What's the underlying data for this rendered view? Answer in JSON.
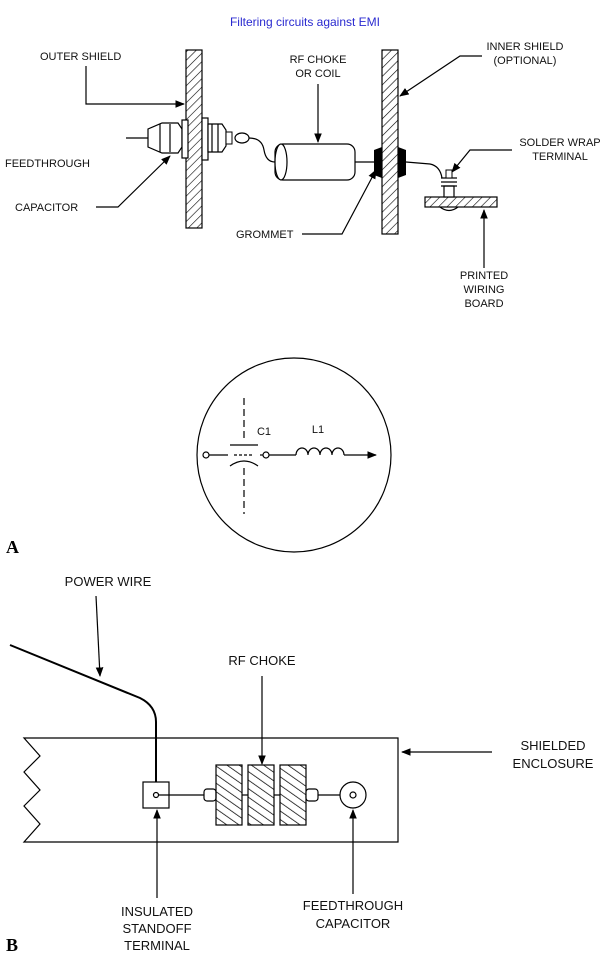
{
  "title": "Filtering circuits against EMI",
  "panel_a": {
    "letter": "A",
    "labels": {
      "outer_shield": "OUTER SHIELD",
      "rf_choke_1": "RF CHOKE",
      "rf_choke_2": "OR COIL",
      "inner_shield_1": "INNER SHIELD",
      "inner_shield_2": "(OPTIONAL)",
      "solder_wrap_1": "SOLDER WRAP",
      "solder_wrap_2": "TERMINAL",
      "feedthrough_1": "FEEDTHROUGH",
      "feedthrough_2": "CAPACITOR",
      "grommet": "GROMMET",
      "pwb_1": "PRINTED",
      "pwb_2": "WIRING",
      "pwb_3": "BOARD"
    },
    "schematic": {
      "c1": "C1",
      "l1": "L1"
    }
  },
  "panel_b": {
    "letter": "B",
    "labels": {
      "power_wire": "POWER WIRE",
      "rf_choke": "RF CHOKE",
      "shielded_1": "SHIELDED",
      "shielded_2": "ENCLOSURE",
      "insulated_1": "INSULATED",
      "insulated_2": "STANDOFF",
      "insulated_3": "TERMINAL",
      "feedthrough_1": "FEEDTHROUGH",
      "feedthrough_2": "CAPACITOR"
    }
  }
}
